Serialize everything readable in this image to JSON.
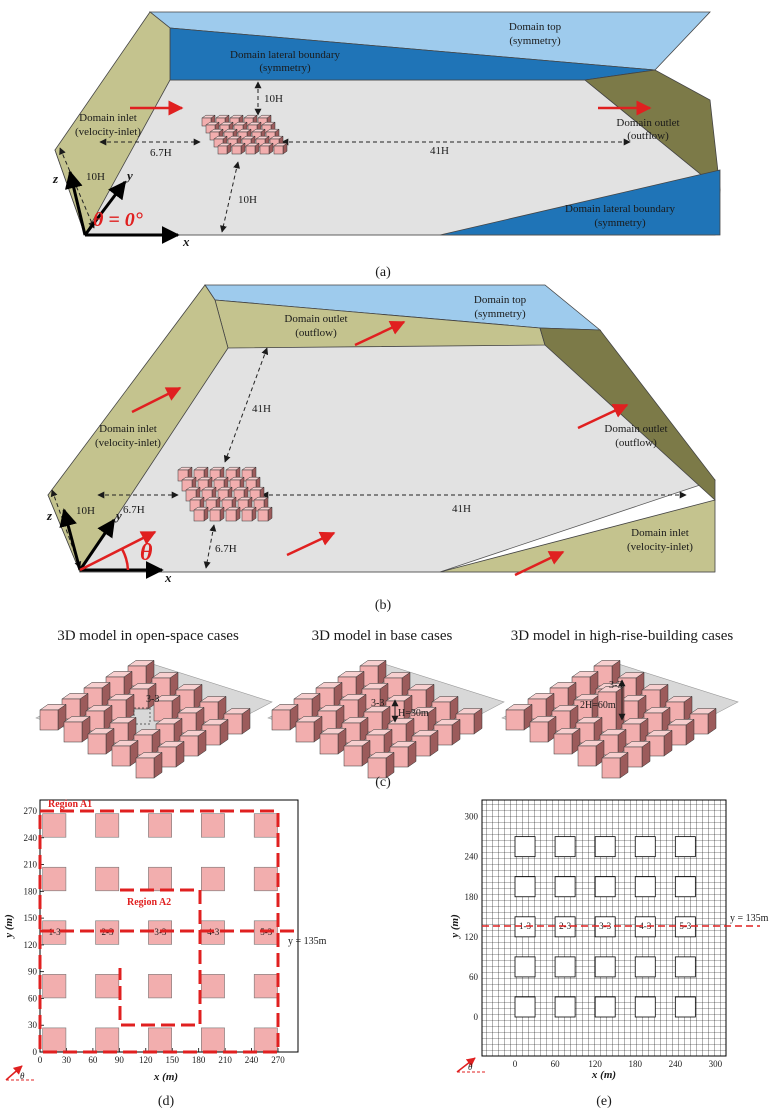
{
  "panels": {
    "a": {
      "caption": "(a)",
      "domain_top": [
        "Domain top",
        "(symmetry)"
      ],
      "lateral_back": [
        "Domain lateral boundary",
        "(symmetry)"
      ],
      "lateral_front": [
        "Domain lateral boundary",
        "(symmetry)"
      ],
      "inlet": [
        "Domain inlet",
        "(velocity-inlet)"
      ],
      "outlet": [
        "Domain outlet",
        "(outflow)"
      ],
      "dim_up": "10H",
      "dim_left": "6.7H",
      "dim_right": "41H",
      "dim_down": "10H",
      "dim_height": "10H",
      "axis_x": "x",
      "axis_y": "y",
      "axis_z": "z",
      "theta": "θ = 0°"
    },
    "b": {
      "caption": "(b)",
      "domain_top": [
        "Domain top",
        "(symmetry)"
      ],
      "outlet_back": [
        "Domain outlet",
        "(outflow)"
      ],
      "outlet_right": [
        "Domain outlet",
        "(outflow)"
      ],
      "inlet_left": [
        "Domain inlet",
        "(velocity-inlet)"
      ],
      "inlet_front": [
        "Domain inlet",
        "(velocity-inlet)"
      ],
      "dim_up": "41H",
      "dim_left": "6.7H",
      "dim_right": "41H",
      "dim_down": "6.7H",
      "dim_height": "10H",
      "axis_x": "x",
      "axis_y": "y",
      "axis_z": "z",
      "theta": "θ"
    },
    "c": {
      "caption": "(c)",
      "titles": [
        "3D model in open-space cases",
        "3D model in base cases",
        "3D model in high-rise-building cases"
      ],
      "tag": "3-3",
      "base_height": "H=30m",
      "high_height": "2H=60m"
    },
    "d": {
      "caption": "(d)",
      "region_a1": "Region A1",
      "region_a2": "Region A2",
      "y_line": "y = 135m",
      "building_labels": [
        "1-3",
        "2-3",
        "3-3",
        "4-3",
        "5-3"
      ],
      "x_ticks": [
        "0",
        "30",
        "60",
        "90",
        "120",
        "150",
        "180",
        "210",
        "240",
        "270"
      ],
      "y_ticks": [
        "0",
        "30",
        "60",
        "90",
        "120",
        "150",
        "180",
        "210",
        "240",
        "270"
      ],
      "xlabel": "x (m)",
      "ylabel": "y (m)",
      "theta": "θ"
    },
    "e": {
      "caption": "(e)",
      "y_line": "y = 135m",
      "building_labels": [
        "1-3",
        "2-3",
        "3-3",
        "4-3",
        "5-3"
      ],
      "x_ticks": [
        "0",
        "60",
        "120",
        "180",
        "240",
        "300"
      ],
      "y_ticks": [
        "0",
        "60",
        "120",
        "180",
        "240",
        "300"
      ],
      "xlabel": "x (m)",
      "ylabel": "y (m)",
      "theta": "θ"
    }
  },
  "colors": {
    "ground": "#e2e2e2",
    "top": "#9ecbed",
    "lateral": "#1f74b7",
    "inlet": "#c4c38e",
    "outlet": "#7c7a48",
    "building": "#f2aeae",
    "building_dark": "#9c5b5b",
    "red": "#e02020"
  }
}
